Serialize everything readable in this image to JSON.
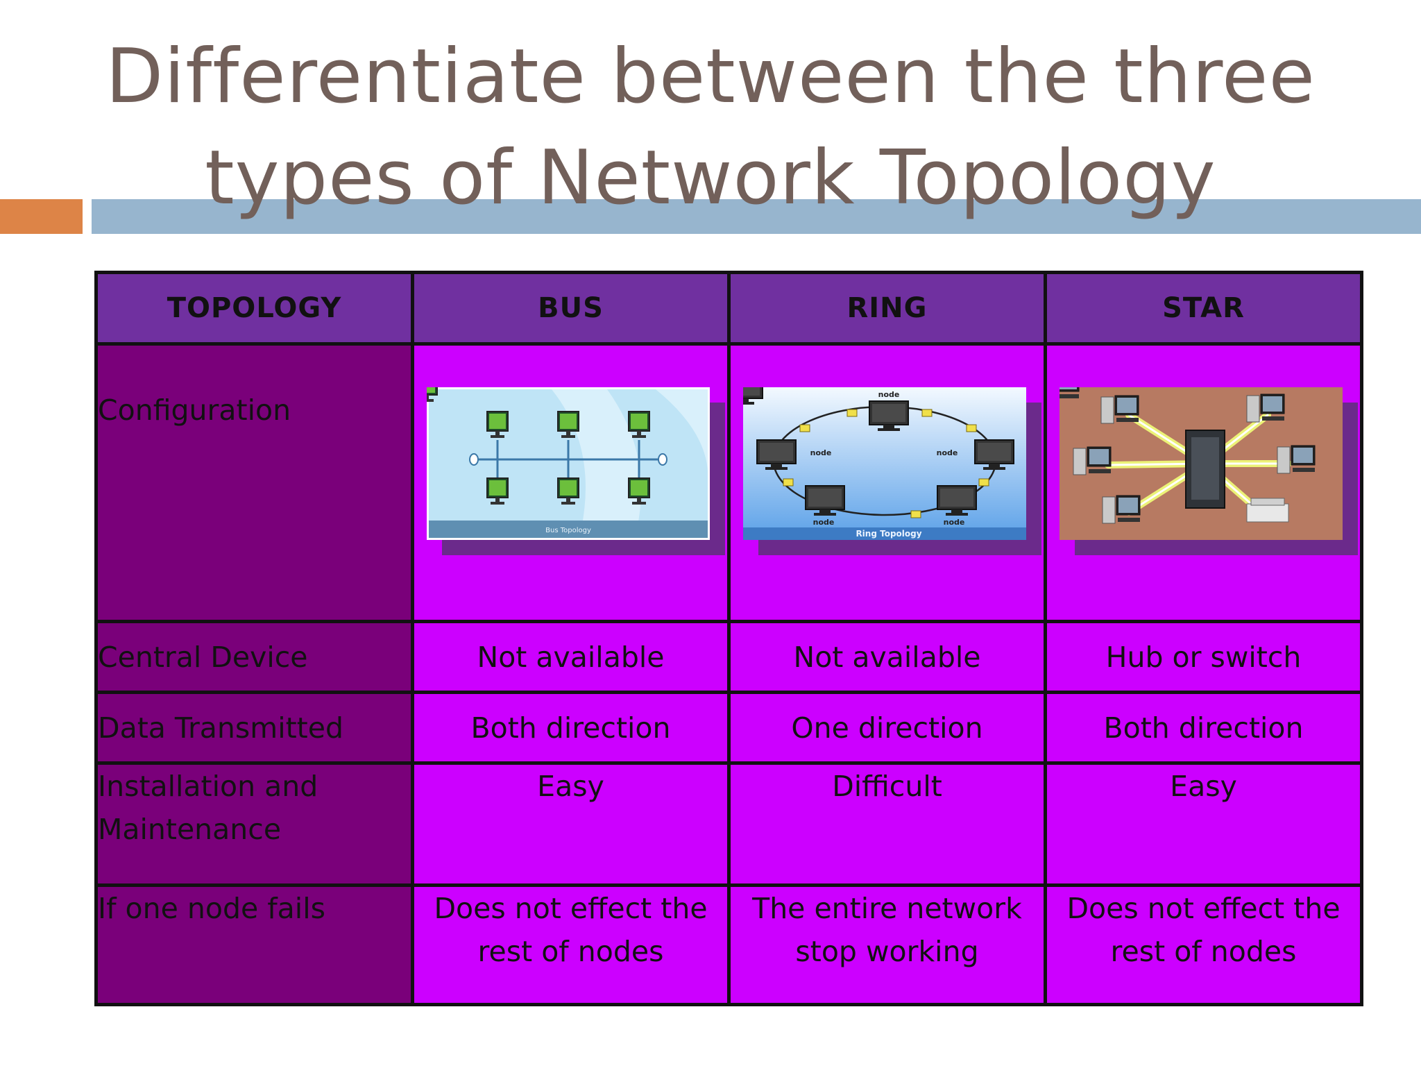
{
  "slide": {
    "title_line1": "Differentiate between the three",
    "title_line2": "types of Network Topology"
  },
  "table": {
    "headers": [
      "TOPOLOGY",
      "BUS",
      "RING",
      "STAR"
    ],
    "rows": [
      {
        "label": "Configuration",
        "cells": [
          "",
          "",
          ""
        ]
      },
      {
        "label": "Central Device",
        "cells": [
          "Not available",
          "Not available",
          "Hub or switch"
        ]
      },
      {
        "label": "Data Transmitted",
        "cells": [
          "Both direction",
          "One direction",
          "Both direction"
        ]
      },
      {
        "label_line1": "Installation and",
        "label_line2": "Maintenance",
        "cells": [
          "Easy",
          "Difficult",
          "Easy"
        ]
      },
      {
        "label": "If one node fails",
        "cells": [
          {
            "line1": "Does not effect the",
            "line2": "rest of nodes"
          },
          {
            "line1": "The entire network",
            "line2": "stop working"
          },
          {
            "line1": "Does not effect the",
            "line2": "rest of nodes"
          }
        ]
      }
    ]
  },
  "images": {
    "bus": {
      "caption": "Bus Topology",
      "icon": "bus-topology-diagram"
    },
    "ring": {
      "caption": "Ring Topology",
      "node_label": "node",
      "icon": "ring-topology-diagram"
    },
    "star": {
      "icon": "star-topology-diagram"
    }
  },
  "colors": {
    "header_bg": "#7030a0",
    "label_bg": "#7a007a",
    "cell_bg": "#cc00ff",
    "title": "#72605a",
    "accent_orange": "#dd8447",
    "accent_blue": "#97b5ce"
  }
}
